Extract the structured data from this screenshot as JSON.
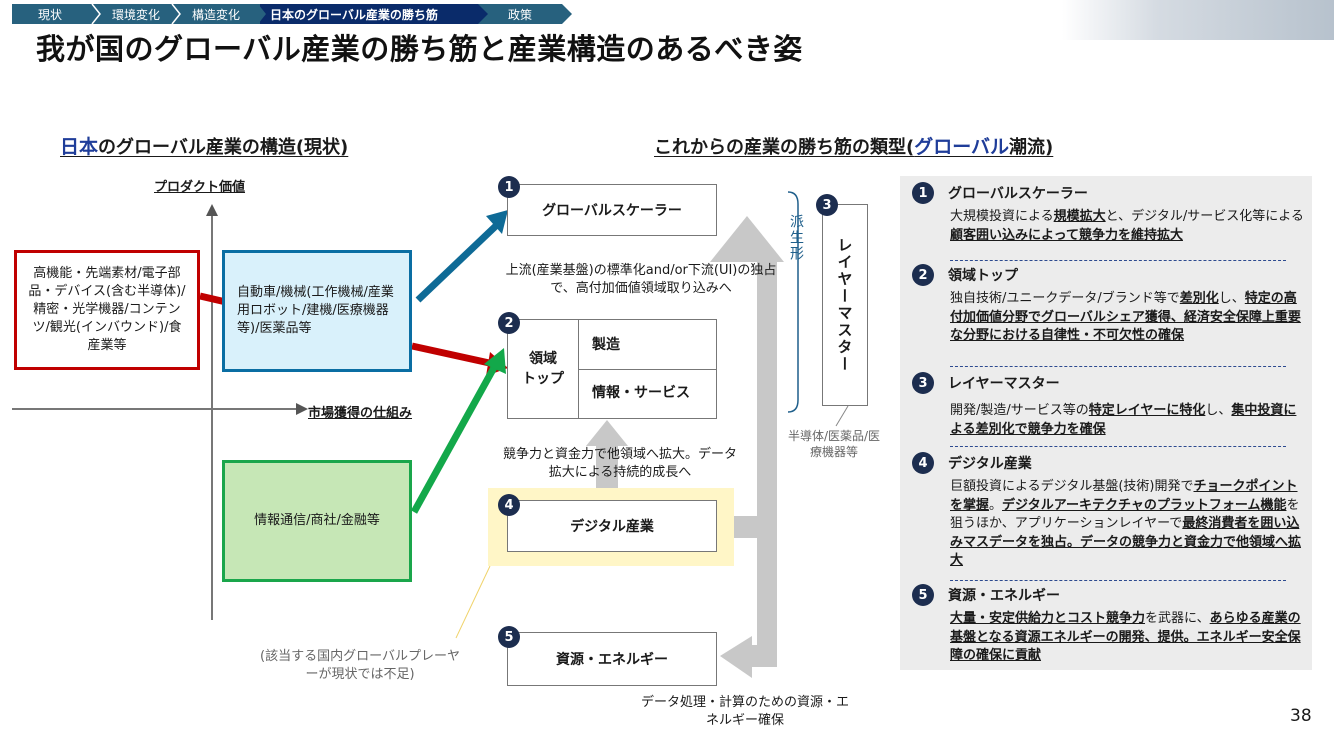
{
  "breadcrumb": {
    "items": [
      "現状",
      "環境変化",
      "構造変化",
      "日本のグローバル産業の勝ち筋",
      "政策"
    ],
    "active_index": 3
  },
  "title": "我が国のグローバル産業の勝ち筋と産業構造のあるべき姿",
  "left": {
    "heading_hl": "日本",
    "heading_rest": "のグローバル産業の構造(現状)",
    "axis_y": "プロダクト価値",
    "axis_x": "市場獲得の仕組み",
    "box_red": "高機能・先端素材/電子部品・デバイス(含む半導体)/精密・光学機器/コンテンツ/観光(インバウンド)/食産業等",
    "box_blue": "自動車/機械(工作機械/産業用ロボット/建機/医療機器等)/医薬品等",
    "box_green": "情報通信/商社/金融等",
    "note": "(該当する国内グローバルプレーヤーが現状では不足)"
  },
  "center": {
    "heading_pre": "これからの産業の勝ち筋の類型(",
    "heading_hl": "グローバル",
    "heading_post": "潮流)",
    "b1": "グローバルスケーラー",
    "b2_left": "領域\nトップ",
    "b2_top": "製造",
    "b2_bottom": "情報・サービス",
    "b3": "レイヤーマスター",
    "b4": "デジタル産業",
    "b5": "資源・エネルギー",
    "text_upstream": "上流(産業基盤)の標準化and/or下流(UI)の独占で、高付加価値領域取り込みへ",
    "text_expand": "競争力と資金力で他領域へ拡大。データ拡大による持続的成長へ",
    "text_derived": "派生形",
    "text_layer_ex": "半導体/医薬品/医療機器等",
    "text_bottom": "データ処理・計算のための資源・エネルギー確保",
    "badges": [
      "1",
      "2",
      "3",
      "4",
      "5"
    ]
  },
  "panel": {
    "items": [
      {
        "num": "1",
        "title": "グローバルスケーラー",
        "body": [
          [
            "大規模投資による",
            false
          ],
          [
            "規模拡大",
            true
          ],
          [
            "と、デジタル/サービス化等による",
            false
          ],
          [
            "顧客囲い込みによって競争力を維持拡大",
            true
          ]
        ]
      },
      {
        "num": "2",
        "title": "領域トップ",
        "body": [
          [
            "独自技術/ユニークデータ/ブランド等で",
            false
          ],
          [
            "差別化",
            true
          ],
          [
            "し、",
            false
          ],
          [
            "特定の高付加価値分野でグローバルシェア獲得、経済安全保障上重要な分野における自律性・不可欠性の確保",
            true
          ]
        ]
      },
      {
        "num": "3",
        "title": "レイヤーマスター",
        "body": [
          [
            "開発/製造/サービス等の",
            false
          ],
          [
            "特定レイヤーに特化",
            true
          ],
          [
            "し、",
            false
          ],
          [
            "集中投資による差別化で競争力を確保",
            true
          ]
        ]
      },
      {
        "num": "4",
        "title": "デジタル産業",
        "body": [
          [
            "巨額投資によるデジタル基盤(技術)開発で",
            false
          ],
          [
            "チョークポイントを掌握",
            true
          ],
          [
            "。",
            false
          ],
          [
            "デジタルアーキテクチャのプラットフォーム機能",
            true
          ],
          [
            "を狙うほか、アプリケーションレイヤーで",
            false
          ],
          [
            "最終消費者を囲い込みマスデータを独占。データの競争力と資金力で他領域へ拡大",
            true
          ]
        ]
      },
      {
        "num": "5",
        "title": "資源・エネルギー",
        "body": [
          [
            "大量・安定供給力とコスト競争力",
            true
          ],
          [
            "を武器に、",
            false
          ],
          [
            "あらゆる産業の基盤となる資源エネルギーの開発、提供。エネルギー安全保障の確保に貢献",
            true
          ]
        ]
      }
    ]
  },
  "page_number": "38",
  "colors": {
    "breadcrumb": "#27617e",
    "breadcrumb_active": "#0a2b6a",
    "red": "#c00000",
    "blue_box": "#d9f1fb",
    "blue_border": "#0a6ea3",
    "green_box": "#c6e7b6",
    "green_border": "#1aa64b",
    "arrow_blue": "#0e6a96",
    "arrow_green": "#13a84a",
    "badge": "#1c2d4f",
    "highlight_yellow": "#fff6c7"
  }
}
